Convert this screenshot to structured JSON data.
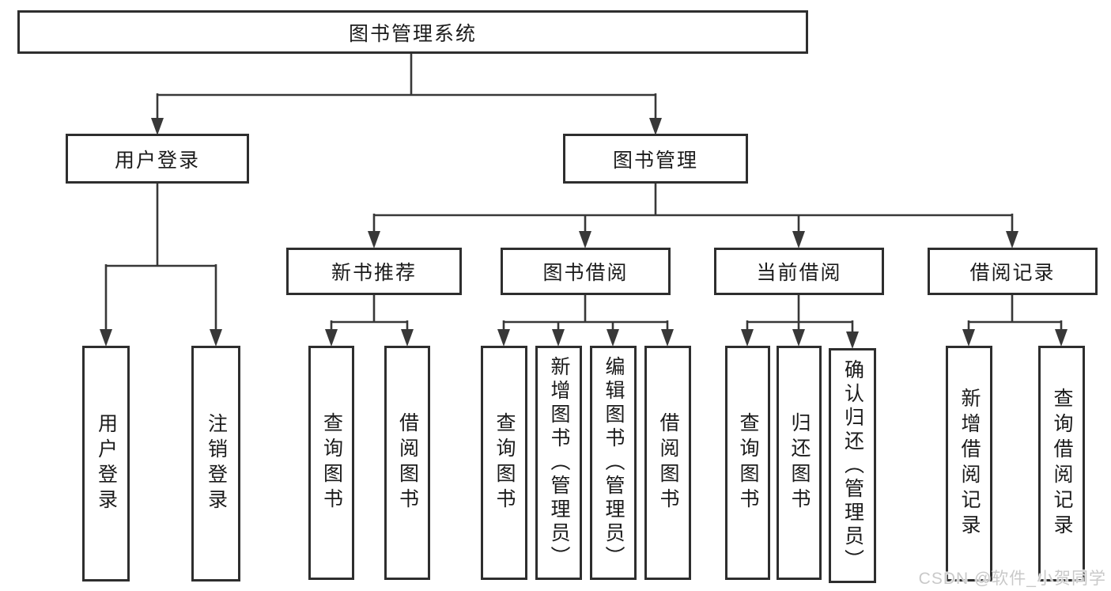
{
  "colors": {
    "line": "#383838",
    "box_border": "#2e2e2e",
    "text": "#1b1b1b",
    "background": "#ffffff",
    "watermark": "#c9c9c9"
  },
  "tree": {
    "label": "图书管理系统",
    "children": [
      {
        "label": "用户登录",
        "children": [
          {
            "label": "用户登录"
          },
          {
            "label": "注销登录"
          }
        ]
      },
      {
        "label": "图书管理",
        "children": [
          {
            "label": "新书推荐",
            "children": [
              {
                "label": "查询图书"
              },
              {
                "label": "借阅图书"
              }
            ]
          },
          {
            "label": "图书借阅",
            "children": [
              {
                "label": "查询图书"
              },
              {
                "label": "新增图书（管理员）"
              },
              {
                "label": "编辑图书（管理员）"
              },
              {
                "label": "借阅图书"
              }
            ]
          },
          {
            "label": "当前借阅",
            "children": [
              {
                "label": "查询图书"
              },
              {
                "label": "归还图书"
              },
              {
                "label": "确认归还（管理员）"
              }
            ]
          },
          {
            "label": "借阅记录",
            "children": [
              {
                "label": "新增借阅记录"
              },
              {
                "label": "查询借阅记录"
              }
            ]
          }
        ]
      }
    ]
  },
  "watermark": {
    "text": "CSDN @软件_小贺同学"
  }
}
